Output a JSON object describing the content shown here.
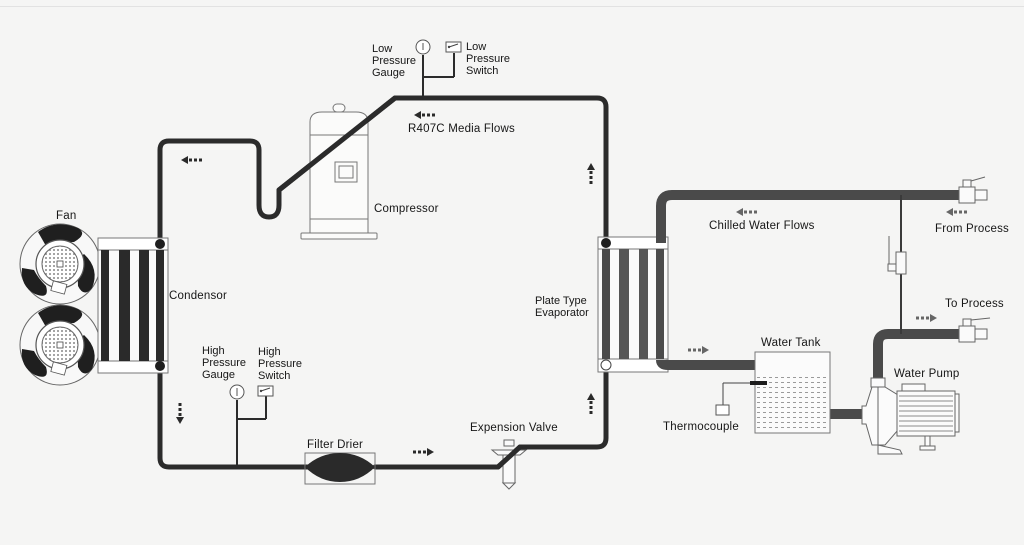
{
  "diagram": {
    "type": "refrigeration-chiller-schematic",
    "colors": {
      "refrigerant_pipe": "#2b2b2b",
      "water_pipe": "#4a4a4a",
      "outline": "#6a6a6a",
      "background": "#f5f5f4"
    },
    "labels": {
      "low_pressure_gauge": "Low\nPressure\nGauge",
      "low_pressure_switch": "Low\nPressure\nSwitch",
      "media_flows": "R407C Media Flows",
      "compressor": "Compressor",
      "fan": "Fan",
      "condensor": "Condensor",
      "high_pressure_gauge": "High\nPressure\nGauge",
      "high_pressure_switch": "High\nPressure\nSwitch",
      "filter_drier": "Filter Drier",
      "expansion_valve": "Expension Valve",
      "evaporator": "Plate Type\nEvaporator",
      "chilled_water_flows": "Chilled Water Flows",
      "from_process": "From Process",
      "to_process": "To Process",
      "water_tank": "Water Tank",
      "water_pump": "Water Pump",
      "thermocouple": "Thermocouple"
    },
    "components": [
      {
        "id": "fan",
        "icon": "fan-icon",
        "count": 2
      },
      {
        "id": "condensor",
        "icon": "heat-exchanger-icon"
      },
      {
        "id": "compressor",
        "icon": "compressor-icon"
      },
      {
        "id": "low-pressure-gauge",
        "icon": "gauge-icon"
      },
      {
        "id": "low-pressure-switch",
        "icon": "switch-icon"
      },
      {
        "id": "high-pressure-gauge",
        "icon": "gauge-icon"
      },
      {
        "id": "high-pressure-switch",
        "icon": "switch-icon"
      },
      {
        "id": "filter-drier",
        "icon": "filter-icon"
      },
      {
        "id": "expansion-valve",
        "icon": "valve-icon"
      },
      {
        "id": "evaporator",
        "icon": "heat-exchanger-icon"
      },
      {
        "id": "water-tank",
        "icon": "tank-icon"
      },
      {
        "id": "water-pump",
        "icon": "pump-icon"
      },
      {
        "id": "thermocouple",
        "icon": "sensor-icon"
      },
      {
        "id": "process-valves",
        "icon": "ball-valve-icon",
        "count": 3
      }
    ],
    "flow_arrows": [
      {
        "id": "refrigerant-top",
        "direction": "left"
      },
      {
        "id": "refrigerant-condenser-in",
        "direction": "left"
      },
      {
        "id": "refrigerant-condenser-out",
        "direction": "down"
      },
      {
        "id": "refrigerant-bottom",
        "direction": "right"
      },
      {
        "id": "refrigerant-evap-out",
        "direction": "up"
      },
      {
        "id": "refrigerant-evap-in",
        "direction": "up"
      },
      {
        "id": "chilled-water",
        "direction": "left"
      },
      {
        "id": "from-process",
        "direction": "left"
      },
      {
        "id": "to-tank",
        "direction": "right"
      },
      {
        "id": "to-process",
        "direction": "right"
      }
    ]
  }
}
